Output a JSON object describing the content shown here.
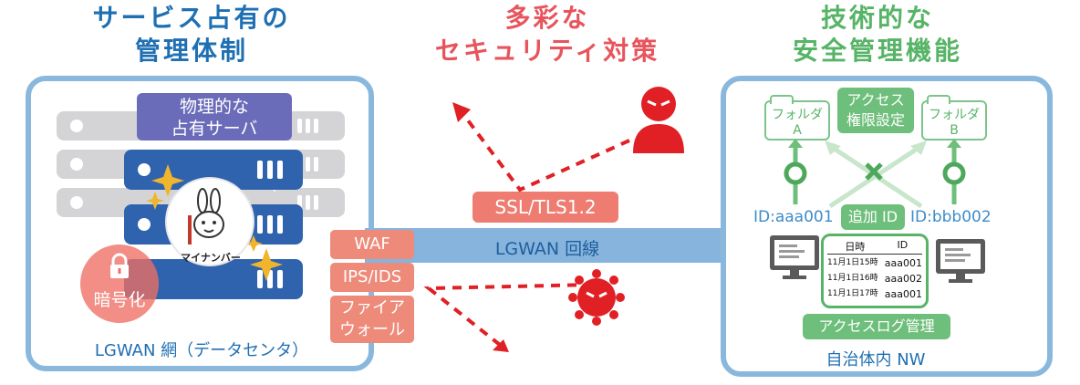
{
  "left": {
    "title_line1": "サービス占有の",
    "title_line2": "管理体制",
    "server_label_line1": "物理的な",
    "server_label_line2": "占有サーバ",
    "mascot_name": "マイナンバー",
    "encrypt_label": "暗号化",
    "network_label": "LGWAN 網（データセンタ）"
  },
  "center": {
    "title_line1": "多彩な",
    "title_line2": "セキュリティ対策",
    "ssl_label": "SSL/TLS1.2",
    "line_label": "LGWAN 回線",
    "waf_label": "WAF",
    "ips_label": "IPS/IDS",
    "firewall_line1": "ファイア",
    "firewall_line2": "ウォール"
  },
  "right": {
    "title_line1": "技術的な",
    "title_line2": "安全管理機能",
    "folder_a_line1": "フォルダ",
    "folder_a_line2": "A",
    "folder_b_line1": "フォルダ",
    "folder_b_line2": "B",
    "access_line1": "アクセス",
    "access_line2": "権限設定",
    "id_left": "ID:aaa001",
    "id_add": "追加 ID",
    "id_right": "ID:bbb002",
    "log_header_time": "日時",
    "log_header_id": "ID",
    "log_rows": [
      {
        "time": "11月1日15時",
        "id": "aaa001"
      },
      {
        "time": "11月1日16時",
        "id": "aaa002"
      },
      {
        "time": "11月1日17時",
        "id": "aaa001"
      }
    ],
    "log_label": "アクセスログ管理",
    "network_label": "自治体内 NW"
  },
  "colors": {
    "blue_title": "#1f6fb3",
    "red_title": "#e8545c",
    "green_title": "#57b467",
    "panel_border": "#8ab8dd",
    "server_blue": "#2f63ad",
    "tag_red": "#ee7c70",
    "line_blue": "#86b4dc",
    "threat_red": "#e02024"
  }
}
